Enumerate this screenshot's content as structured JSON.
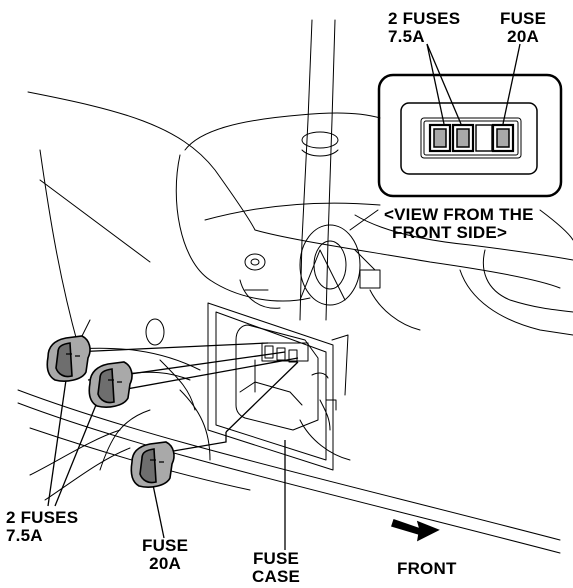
{
  "labels": {
    "inset_fuses_75": {
      "line1": "2 FUSES",
      "line2": "7.5A"
    },
    "inset_fuse_20": {
      "line1": "FUSE",
      "line2": "20A"
    },
    "view_note": {
      "line1": "<VIEW FROM THE",
      "line2": "FRONT SIDE>"
    },
    "left_fuses_75": {
      "line1": "2 FUSES",
      "line2": "7.5A"
    },
    "bottom_fuse_20": {
      "line1": "FUSE",
      "line2": "20A"
    },
    "fuse_case": {
      "line1": "FUSE",
      "line2": "CASE"
    },
    "front": "FRONT"
  },
  "colors": {
    "line": "#000000",
    "fuse_body": "#a9a9a9",
    "fuse_shadow": "#6e6e6e",
    "background": "#ffffff"
  },
  "icons": {
    "front_arrow": "arrow-right-down-icon"
  }
}
